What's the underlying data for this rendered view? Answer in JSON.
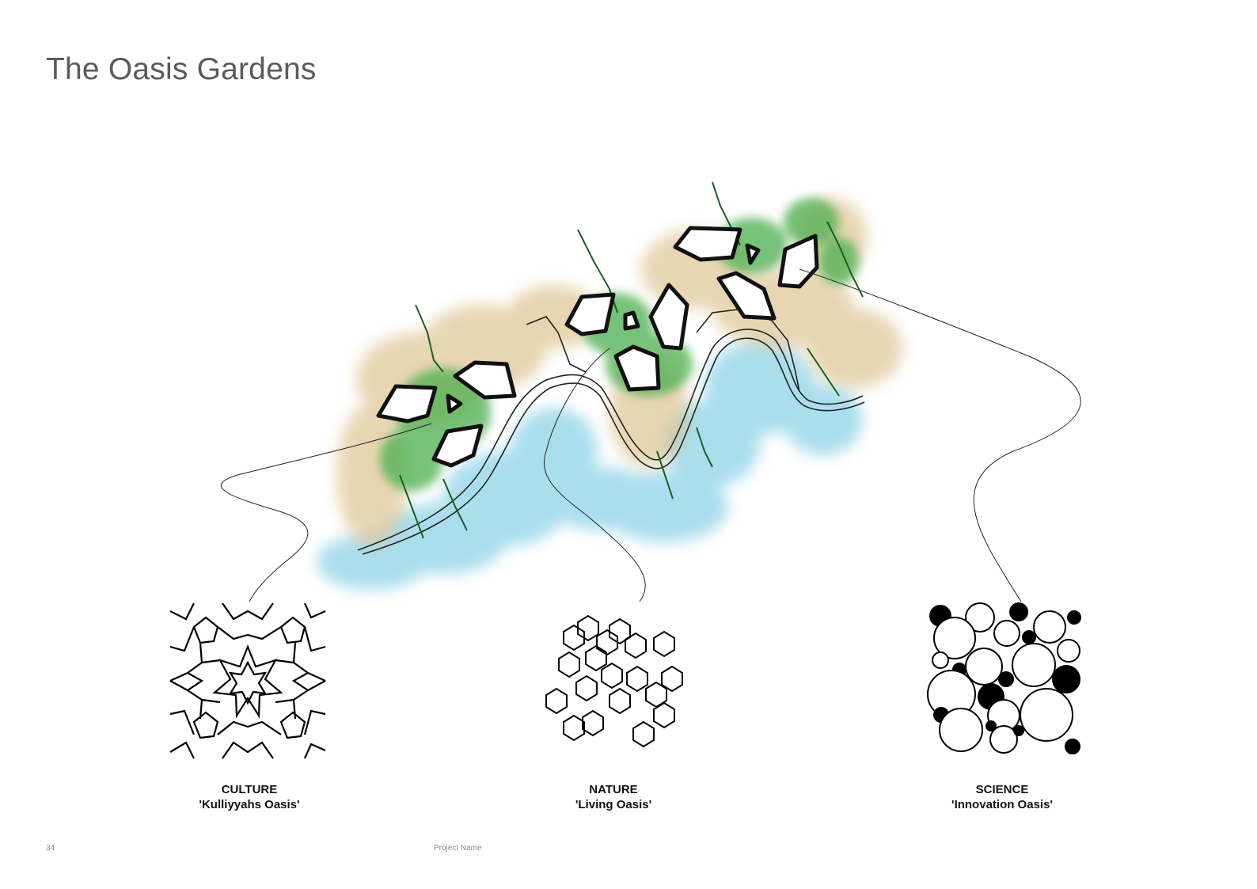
{
  "page": {
    "title": "The Oasis Gardens",
    "page_number": "34",
    "project_name": "Project Name"
  },
  "colors": {
    "water": "#8ed3e8",
    "sand": "#dcc08a",
    "greenery": "#4caf50",
    "vegetation_lines": "#1b5e20",
    "outline": "#111111",
    "title_text": "#5a5a5a"
  },
  "zones": [
    {
      "category": "CULTURE",
      "name": "'Kulliyyahs Oasis'",
      "pattern": "islamic-geometric-pattern"
    },
    {
      "category": "NATURE",
      "name": "'Living Oasis'",
      "pattern": "hexagon-cluster-pattern"
    },
    {
      "category": "SCIENCE",
      "name": "'Innovation Oasis'",
      "pattern": "circle-packing-pattern"
    }
  ]
}
